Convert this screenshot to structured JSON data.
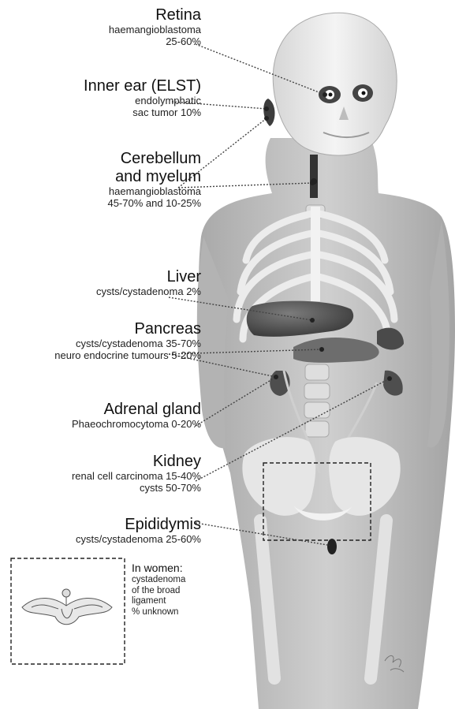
{
  "labels": {
    "retina": {
      "organ": "Retina",
      "lines": [
        "haemangioblastoma",
        "25-60%"
      ]
    },
    "inner_ear": {
      "organ": "Inner ear (ELST)",
      "lines": [
        "endolymphatic",
        "sac tumor 10%"
      ]
    },
    "cerebellum": {
      "organ_lines": [
        "Cerebellum",
        "and myelum"
      ],
      "lines": [
        "haemangioblastoma",
        "45-70% and 10-25%"
      ]
    },
    "liver": {
      "organ": "Liver",
      "lines": [
        "cysts/cystadenoma 2%"
      ]
    },
    "pancreas": {
      "organ": "Pancreas",
      "lines": [
        "cysts/cystadenoma 35-70%",
        "neuro endocrine tumours 5-20%"
      ]
    },
    "adrenal": {
      "organ": "Adrenal gland",
      "lines": [
        "Phaeochromocytoma 0-20%"
      ]
    },
    "kidney": {
      "organ": "Kidney",
      "lines": [
        "renal cell carcinoma 15-40%",
        "cysts 50-70%"
      ]
    },
    "epididymis": {
      "organ": "Epididymis",
      "lines": [
        "cysts/cystadenoma 25-60%"
      ]
    },
    "women": {
      "heading": "In women:",
      "lines": [
        "cystadenoma",
        "of the broad",
        "ligament",
        "% unknown"
      ]
    }
  },
  "colors": {
    "body": "#b9b9b9",
    "bone": "#e9e9e9",
    "organ": "#5a5a5a",
    "line": "#444444"
  }
}
